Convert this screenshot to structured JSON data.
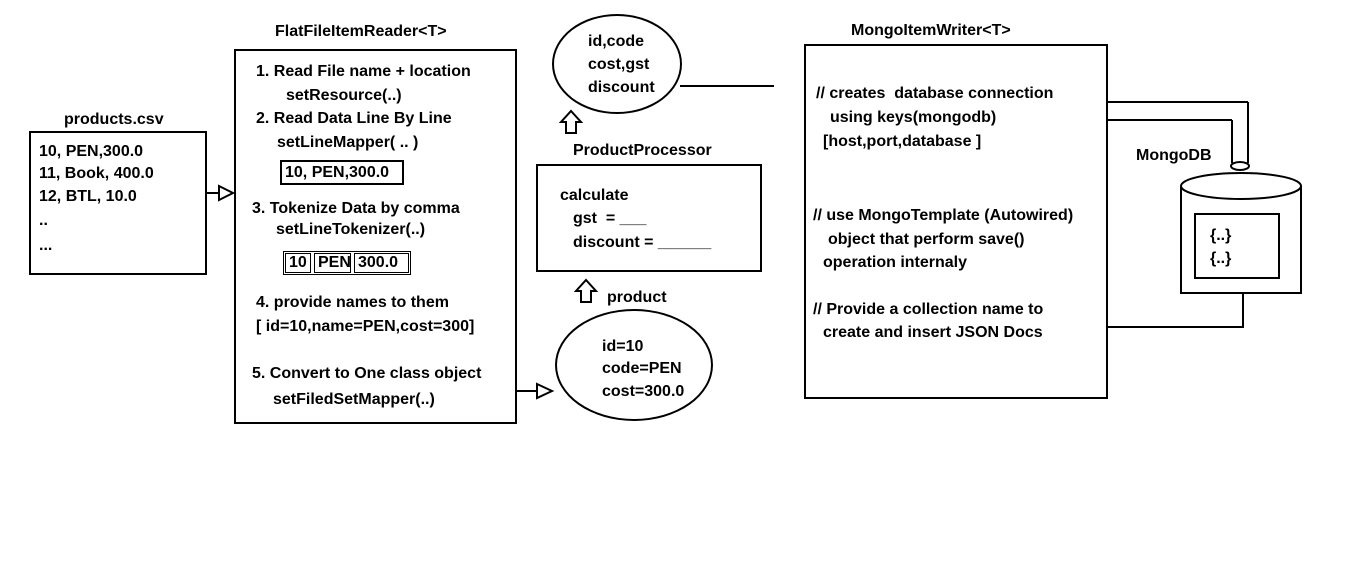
{
  "csv": {
    "title": "products.csv",
    "lines": [
      "10, PEN,300.0",
      "11, Book, 400.0",
      "12, BTL, 10.0",
      "..",
      "..."
    ]
  },
  "reader": {
    "title": "FlatFileItemReader<T>",
    "step1": "1. Read File name + location",
    "step1_method": "setResource(..)",
    "step2": "2. Read Data Line By Line",
    "step2_method": "setLineMapper( .. )",
    "step2_sample": "10, PEN,300.0",
    "step3": "3. Tokenize Data by comma",
    "step3_method": "setLineTokenizer(..)",
    "tokens": [
      "10",
      "PEN",
      "300.0"
    ],
    "step4": "4. provide names to them",
    "step4_detail": "[ id=10,name=PEN,cost=300]",
    "step5": "5. Convert to One class object",
    "step5_method": "setFiledSetMapper(..)"
  },
  "product": {
    "label": "product",
    "lines": [
      "id=10",
      "code=PEN",
      "cost=300.0"
    ]
  },
  "processor": {
    "title": "ProductProcessor",
    "lines": [
      "calculate",
      "gst  = ___",
      "discount = ______"
    ]
  },
  "output": {
    "lines": [
      "id,code",
      "cost,gst",
      "discount"
    ]
  },
  "writer": {
    "title": "MongoItemWriter<T>",
    "c1": [
      "// creates  database connection",
      "using keys(mongodb)",
      "[host,port,database ]"
    ],
    "c2": [
      "// use MongoTemplate (Autowired)",
      "object that perform save()",
      "operation internaly"
    ],
    "c3": [
      "// Provide a collection name to",
      "create and insert JSON Docs"
    ]
  },
  "mongodb": {
    "label": "MongoDB",
    "docs": [
      "{..}",
      "{..}"
    ]
  }
}
